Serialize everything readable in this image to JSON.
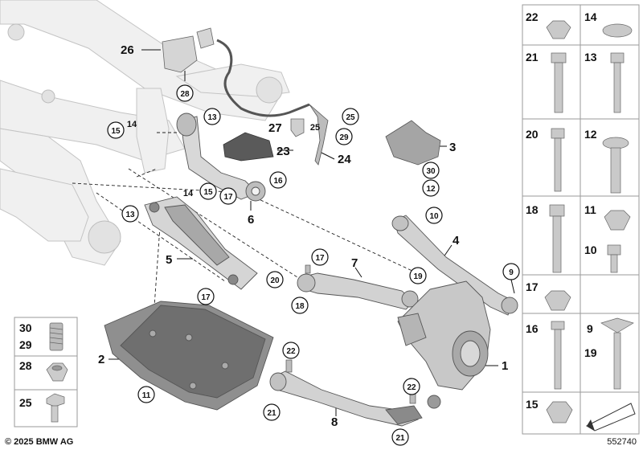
{
  "copyright": "© 2025 BMW AG",
  "diagram_id": "552740",
  "colors": {
    "part_light": "#ececec",
    "part_mid": "#c9c9c9",
    "part_dark": "#8a8a8a",
    "outline": "#555555",
    "panel_border": "#9a9a9a"
  },
  "callouts": {
    "c26": "26",
    "c28a": "28",
    "c13a": "13",
    "c14a": "14",
    "c15a": "15",
    "c27": "27",
    "c25a": "25",
    "c29a": "29",
    "c25b": "25",
    "c23": "23",
    "c24": "24",
    "c3": "3",
    "c30a": "30",
    "c12a": "12",
    "c14b": "14",
    "c15b": "15",
    "c17a": "17",
    "c16a": "16",
    "c6": "6",
    "c13b": "13",
    "c5": "5",
    "c17b": "17",
    "c20a": "20",
    "c10a": "10",
    "c4": "4",
    "c9a": "9",
    "c7": "7",
    "c17c": "17",
    "c19a": "19",
    "c18a": "18",
    "c2": "2",
    "c11a": "11",
    "c22a": "22",
    "c22b": "22",
    "c1": "1",
    "c21a": "21",
    "c21b": "21",
    "c8": "8"
  },
  "right_panel": {
    "r22": "22",
    "r14": "14",
    "r21": "21",
    "r13": "13",
    "r20": "20",
    "r12": "12",
    "r18": "18",
    "r11": "11",
    "r10": "10",
    "r17": "17",
    "r16": "16",
    "r9": "9",
    "r19": "19",
    "r15": "15"
  },
  "left_panel": {
    "l30": "30",
    "l29": "29",
    "l28": "28",
    "l25": "25"
  }
}
